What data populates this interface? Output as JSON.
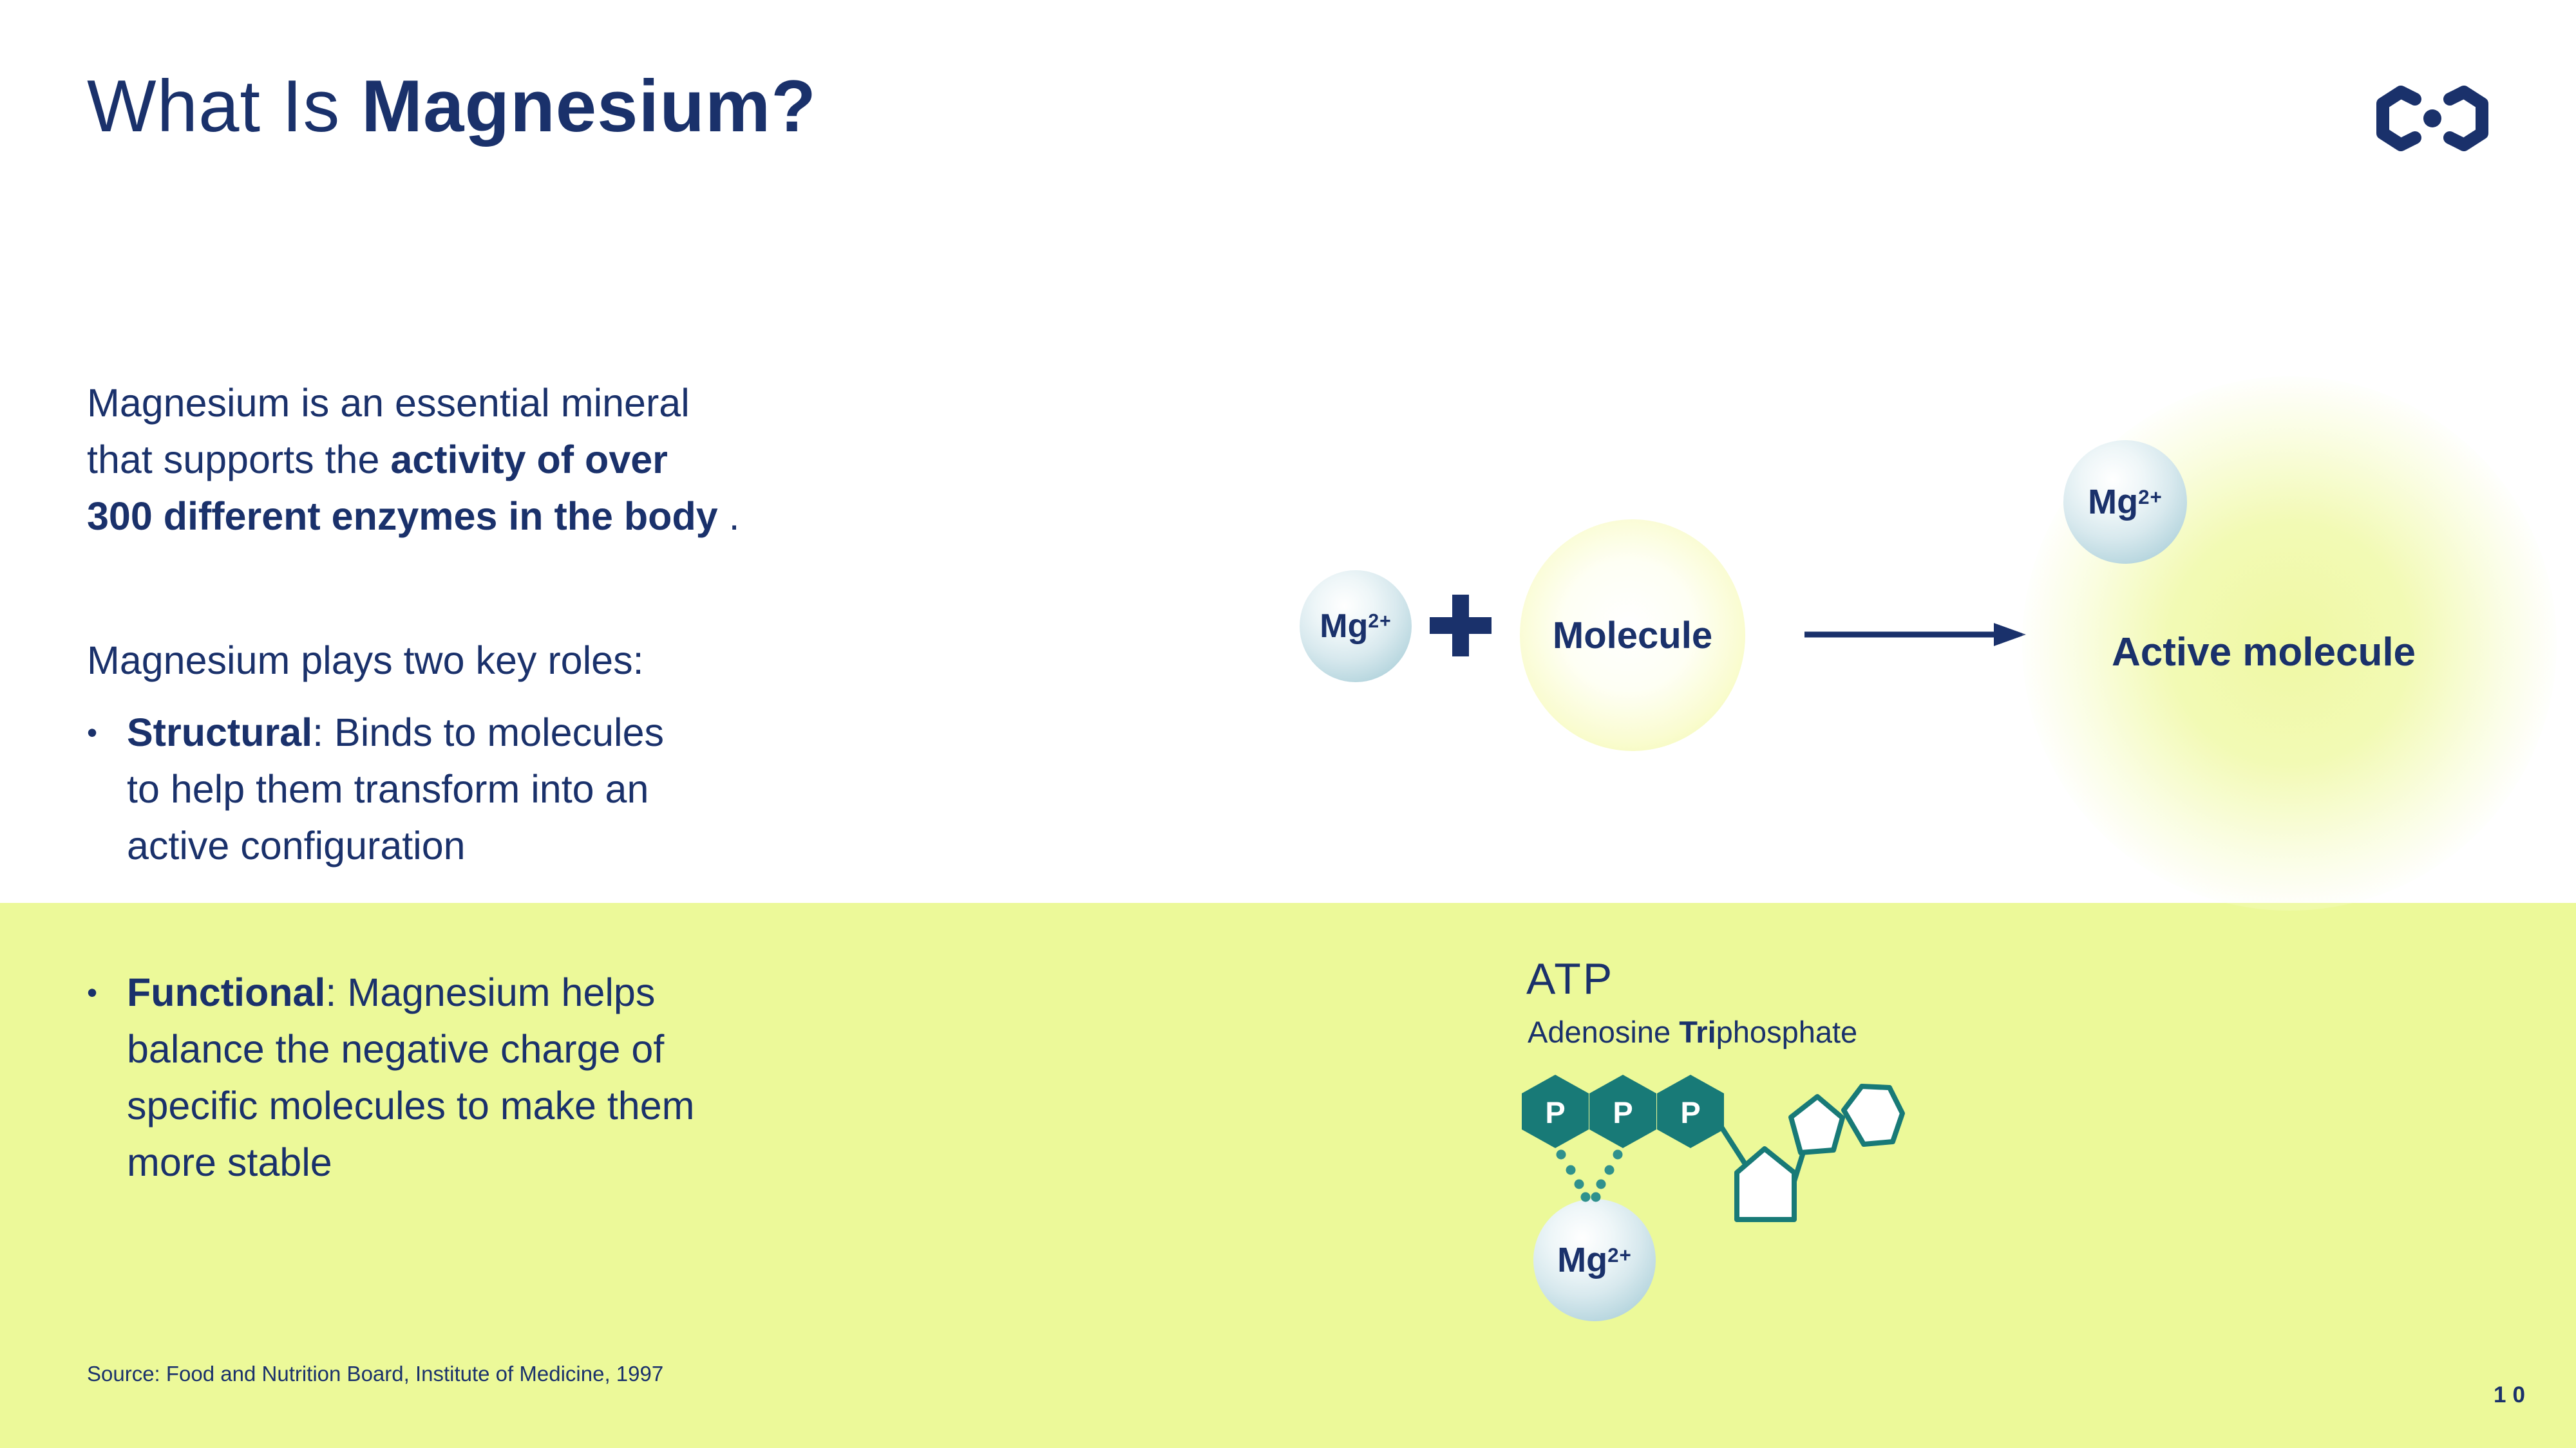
{
  "slide": {
    "title_light": "What Is ",
    "title_bold": "Magnesium?",
    "page_number": "10",
    "source": "Source: Food and Nutrition Board, Institute of Medicine, 1997"
  },
  "colors": {
    "navy": "#1a316b",
    "teal": "#187a77",
    "dot_teal": "#2f918d",
    "band_yellow": "#ecf999",
    "sphere_blue": "#9dc6d2",
    "glow_yellow": "#eef89c"
  },
  "intro": {
    "l1": "Magnesium is an essential mineral",
    "l2a": "that supports the ",
    "l2b": "activity of over",
    "l3a": "300 different enzymes in the body",
    "l3b": " ."
  },
  "roles_heading": "Magnesium plays two key roles:",
  "bullets": [
    {
      "marker": "•",
      "label": "Structural",
      "l1": ": Binds to molecules",
      "l2": "to help them transform into an",
      "l3": "active configuration"
    },
    {
      "marker": "•",
      "label": "Functional",
      "l1": ": Magnesium helps",
      "l2": "balance the negative charge of",
      "l3": "specific molecules to make them",
      "l4": "more stable"
    }
  ],
  "mg": {
    "base": "Mg",
    "sup": "2+"
  },
  "reaction": {
    "plus": "+",
    "molecule": "Molecule",
    "active": "Active molecule"
  },
  "atp": {
    "title": "ATP",
    "sub_a": "Adenosine ",
    "sub_b": "Tri",
    "sub_c": "phosphate",
    "p": "P"
  }
}
